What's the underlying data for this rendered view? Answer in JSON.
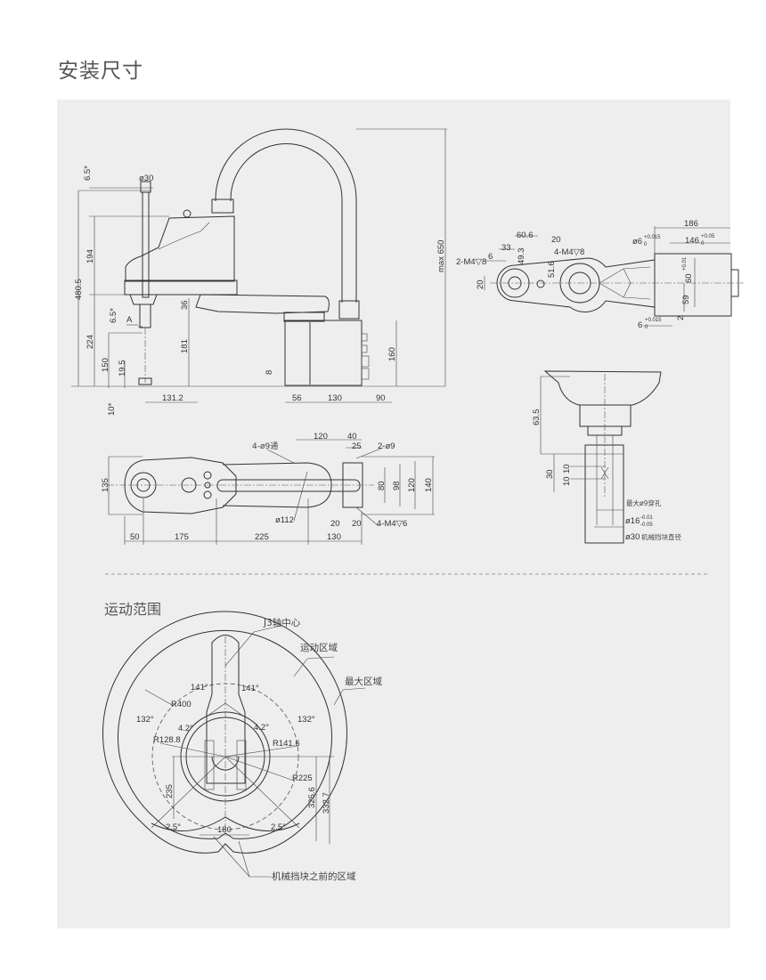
{
  "title": "安装尺寸",
  "section2_title": "运动范围",
  "side_view": {
    "top_offset": "6.5*",
    "shaft_dia": "ø30",
    "h194": "194",
    "h480": "480.5",
    "bottom_offset": "6.5*",
    "view_a": "A",
    "h224": "224",
    "h150": "150",
    "h19": "19.5",
    "h10": "10*",
    "w131": "131.2",
    "h36": "36",
    "h181": "181",
    "h8": "8",
    "w56": "56",
    "w130": "130",
    "w90": "90",
    "h160": "160",
    "max650": "max 650"
  },
  "top_view": {
    "w186": "186",
    "dia6_top": "ø6",
    "dia6_tol": "+0.015",
    "dia6_zero": "0",
    "w146": "146",
    "w146_tol": "+0.05",
    "w146_zero": "0",
    "w60_6": "60.6",
    "w20": "20",
    "w33": "33",
    "h49_3": "49.3",
    "m4_4": "4-M4▽8",
    "w6": "6",
    "m4_2": "2-M4▽8",
    "h51_6": "51.6",
    "h20": "20",
    "h60": "60",
    "h60_tol": "+0.01",
    "h59": "59",
    "h2": "2",
    "w6b": "6",
    "w6b_tol": "+0.015",
    "w6b_zero": "0"
  },
  "shaft_view": {
    "h63_5": "63.5",
    "h30": "30",
    "h10a": "10",
    "h10b": "10",
    "max_hole": "最大ø9穿孔",
    "dia16": "ø16",
    "dia16_tol_up": "-0.01",
    "dia16_tol_dn": "-0.05",
    "dia30": "ø30",
    "dia30_note": "机械挡块直径"
  },
  "bottom_view": {
    "w120": "120",
    "w40": "40",
    "holes4": "4-ø9通",
    "w25": "25",
    "holes2": "2-ø9",
    "h135": "135",
    "h80": "80",
    "h98": "98",
    "h120": "120",
    "h140": "140",
    "dia112": "ø112",
    "w20a": "20",
    "w20b": "20",
    "m4": "4-M4▽6",
    "w50": "50",
    "w175": "175",
    "w225": "225",
    "w130": "130"
  },
  "motion_range": {
    "j3_center": "J3轴中心",
    "motion_area": "运动区域",
    "max_area": "最大区域",
    "a141l": "141°",
    "a141r": "141°",
    "r400": "R400",
    "a132l": "132°",
    "a132r": "132°",
    "a4_2l": "4.2°",
    "a4_2r": "4.2°",
    "r128": "R128.8",
    "r141": "R141.6",
    "r225": "R225",
    "h235": "235",
    "h325": "325.6",
    "h332": "332.7",
    "a2_5l": "2.5°",
    "w180": "180",
    "a2_5r": "2.5°",
    "stop_area": "机械挡块之前的区域"
  }
}
